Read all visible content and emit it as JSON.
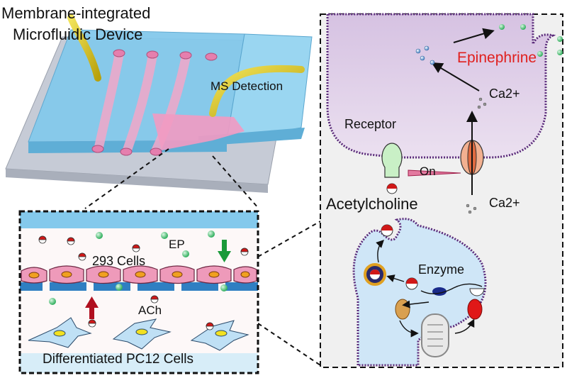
{
  "device": {
    "title_line1": "Membrane-integrated",
    "title_line2": "Microfluidic Device",
    "ms_detection": "MS Detection"
  },
  "inset": {
    "ep": "EP",
    "cells_293": "293 Cells",
    "ach": "ACh",
    "pc12": "Differentiated PC12 Cells"
  },
  "signaling": {
    "epinephrine": "Epinephrine",
    "ca_top": "Ca2+",
    "ca_bottom": "Ca2+",
    "receptor": "Receptor",
    "on": "On",
    "acetylcholine": "Acetylcholine",
    "enzyme": "Enzyme"
  },
  "colors": {
    "chip_blue": "#8fd1ee",
    "channel_pink": "#f3a7c9",
    "tube_gold": "#d9c51c",
    "cell_purple": "#d8bfe0",
    "neuron_blue": "#cfe6f7",
    "arrow_red": "#b01020",
    "arrow_green": "#1a9a3a",
    "epinephrine_red": "#e0201e"
  }
}
